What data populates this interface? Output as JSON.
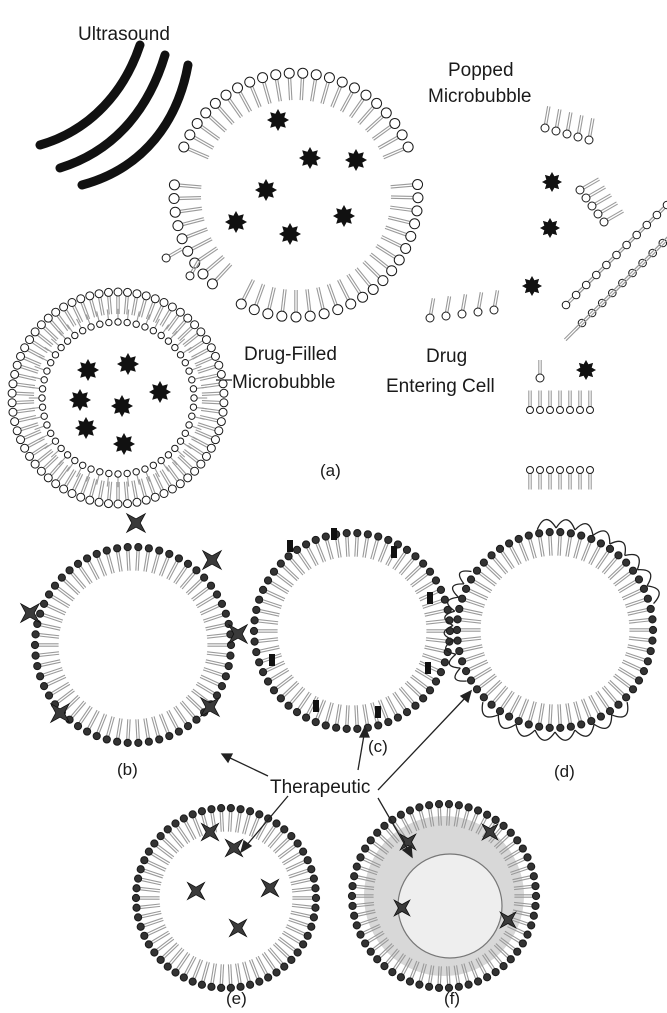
{
  "labels": {
    "ultrasound": "Ultrasound",
    "popped_line1": "Popped",
    "popped_line2": "Microbubble",
    "drug_filled_line1": "Drug-Filled",
    "drug_filled_line2": "Microbubble",
    "drug_entering_line1": "Drug",
    "drug_entering_line2": "Entering Cell",
    "therapeutic": "Therapeutic"
  },
  "panels": {
    "a": "(a)",
    "b": "(b)",
    "c": "(c)",
    "d": "(d)",
    "e": "(e)",
    "f": "(f)"
  },
  "colors": {
    "ink": "#1a1a1a",
    "lipid_tail": "#9a9a9a",
    "head_fill": "#ffffff",
    "shell_fill": "#d8d8d8",
    "core_fill": "#eeeeee"
  }
}
